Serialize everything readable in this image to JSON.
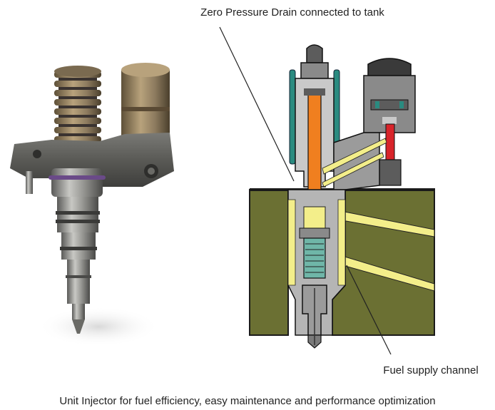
{
  "labels": {
    "drain": "Zero Pressure Drain connected to tank",
    "supply": "Fuel supply channel"
  },
  "caption": "Unit Injector for fuel efficiency, easy maintenance and performance optimization",
  "colors": {
    "engine_block": "#6b7033",
    "metal_dark": "#5c5c5c",
    "metal_mid": "#8a8a8a",
    "metal_light": "#c9c9c9",
    "plunger": "#f07f1f",
    "fuel_yellow": "#f3ee8a",
    "spring_teal": "#2a8b80",
    "solenoid_red": "#d8242a",
    "photo_steel": "#9a9a96",
    "photo_bronze": "#8c7a5e"
  }
}
